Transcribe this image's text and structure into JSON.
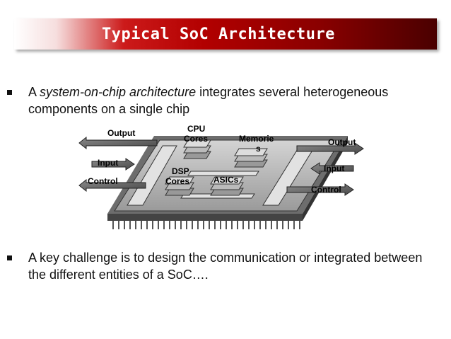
{
  "slide": {
    "title": "Typical SoC Architecture",
    "bullets": [
      {
        "pre": "A ",
        "italic": "system-on-chip architecture",
        "post": " integrates several heterogeneous components on a single chip"
      },
      {
        "text": "A key challenge is to design the communication or integrated between the different entities of a SoC…."
      }
    ]
  },
  "diagram": {
    "left_labels": [
      "Output",
      "Input",
      "Control"
    ],
    "right_labels": [
      "Output",
      "Input",
      "Control"
    ],
    "blocks": {
      "cpu_line1": "CPU",
      "cpu_line2": "Cores",
      "mem_line1": "Memorie",
      "mem_line2": "s",
      "dsp_line1": "DSP",
      "dsp_line2": "Cores",
      "asic": "ASICs"
    }
  },
  "colors": {
    "title_text": "#ffffff",
    "title_dark": "#8a0000",
    "body_text": "#111111"
  }
}
